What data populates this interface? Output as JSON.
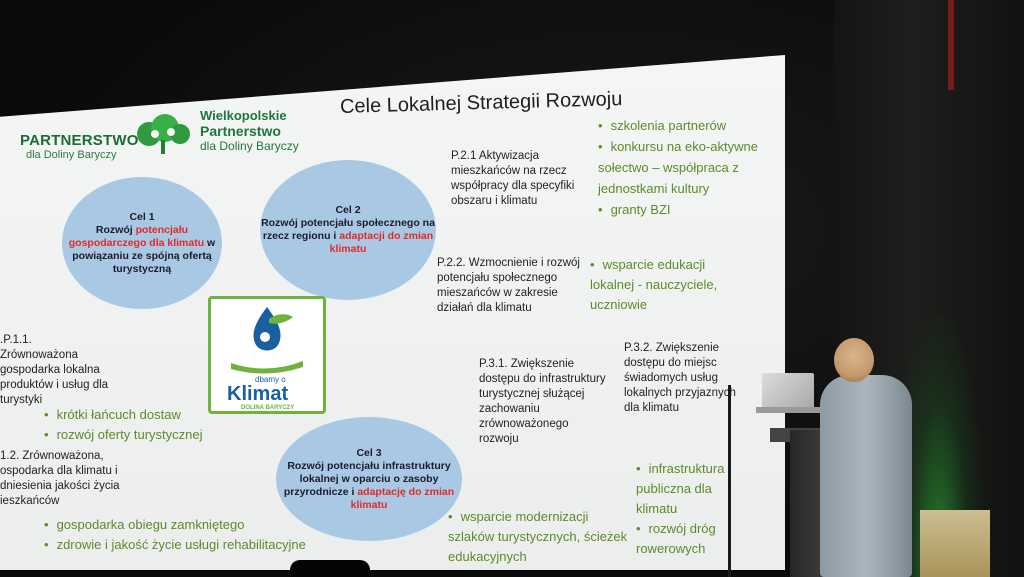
{
  "slide": {
    "title": "Cele Lokalnej Strategii Rozwoju",
    "logo_left": {
      "line1": "PARTNERSTWO",
      "line2": "dla Doliny Baryczy"
    },
    "logo_right": {
      "line1": "Wielkopolskie",
      "line2": "Partnerstwo",
      "line3": "dla Doliny Baryczy"
    },
    "klimat_logo": {
      "top": "dbamy o",
      "main": "Klimat",
      "bottom": "DOLINA BARYCZY"
    },
    "cel1": {
      "head": "Cel 1",
      "t1": "Rozwój ",
      "r1": "potencjału gospodarczego dla klimatu",
      "t2": " w powiązaniu ze spójną ofertą turystyczną"
    },
    "cel2": {
      "head": "Cel 2",
      "t1": "Rozwój potencjału społecznego na rzecz regionu i ",
      "r1": "adaptacji do zmian klimatu"
    },
    "cel3": {
      "head": "Cel 3",
      "t1": "Rozwój potencjału infrastruktury lokalnej w oparciu o zasoby przyrodnicze i ",
      "r1": "adaptację do zmian klimatu"
    },
    "p11": ".P.1.1. Zrównoważona gospodarka lokalna produktów i usług dla turystyki",
    "p11_bullets": [
      "krótki łańcuch dostaw",
      "rozwój oferty turystycznej"
    ],
    "p12": "1.2. Zrównoważona, ospodarka dla klimatu i dniesienia jakości życia ieszkańców",
    "p12_bullets": [
      "gospodarka obiegu zamkniętego",
      "zdrowie i jakość życie usługi rehabilitacyjne"
    ],
    "p21": "P.2.1 Aktywizacja mieszkańców na rzecz współpracy dla specyfiki obszaru i klimatu",
    "p21_bullets": [
      "szkolenia partnerów",
      "konkursu na eko-aktywne sołectwo – współpraca z jednostkami kultury",
      "granty BZI"
    ],
    "p22": "P.2.2. Wzmocnienie i rozwój potencjału społecznego mieszańców w zakresie działań dla klimatu",
    "p22_bullets": [
      "wsparcie edukacji lokalnej - nauczyciele, uczniowie"
    ],
    "p31": "P.3.1. Zwiększenie dostępu do infrastruktury turystycznej służącej zachowaniu zrównoważonego rozwoju",
    "p31_bullets": [
      "wsparcie modernizacji szlaków turystycznych, ścieżek edukacyjnych"
    ],
    "p32": "P.3.2. Zwiększenie dostępu do miejsc świadomych usług lokalnych przyjaznych dla klimatu",
    "p32_bullets": [
      "infrastruktura publiczna dla klimatu",
      "rozwój dróg rowerowych"
    ]
  }
}
